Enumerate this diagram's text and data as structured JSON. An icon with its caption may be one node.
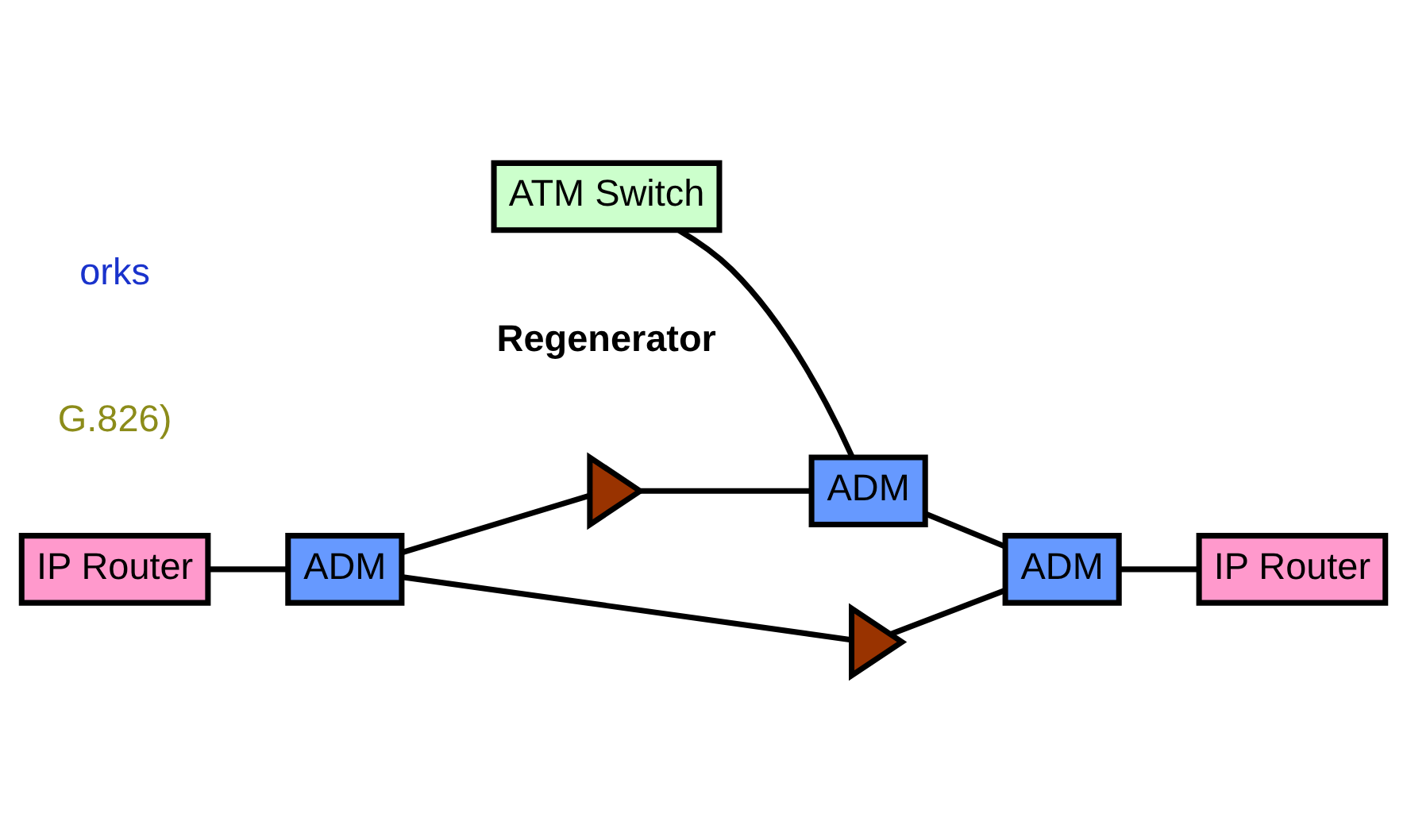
{
  "diagram": {
    "nodes": [
      {
        "text": [
          "ATM Switch"
        ]
      },
      {
        "text": [
          "ADM"
        ]
      },
      {
        "text": [],
        "shape": "triangle",
        "beside": [
          "Regenerator"
        ]
      },
      {
        "text": [
          "IP Router"
        ]
      },
      {
        "text": [
          "ADM"
        ]
      },
      {
        "text": [],
        "shape": "triangle"
      },
      {
        "text": [
          "ADM"
        ]
      },
      {
        "text": [
          "IP Router"
        ]
      }
    ],
    "edges": [
      {
        "from": 0,
        "to": 1,
        "arrow": "none"
      },
      {
        "from": 3,
        "to": 4,
        "arrow": "none"
      },
      {
        "from": 4,
        "to": 2,
        "arrow": "none"
      },
      {
        "from": 2,
        "to": 1,
        "arrow": "none"
      },
      {
        "from": 1,
        "to": 6,
        "arrow": "none"
      },
      {
        "from": 4,
        "to": 5,
        "arrow": "none"
      },
      {
        "from": 5,
        "to": 6,
        "arrow": "none"
      },
      {
        "from": 6,
        "to": 7,
        "arrow": "none"
      }
    ],
    "labels": [
      "G.826)",
      "orks"
    ]
  }
}
